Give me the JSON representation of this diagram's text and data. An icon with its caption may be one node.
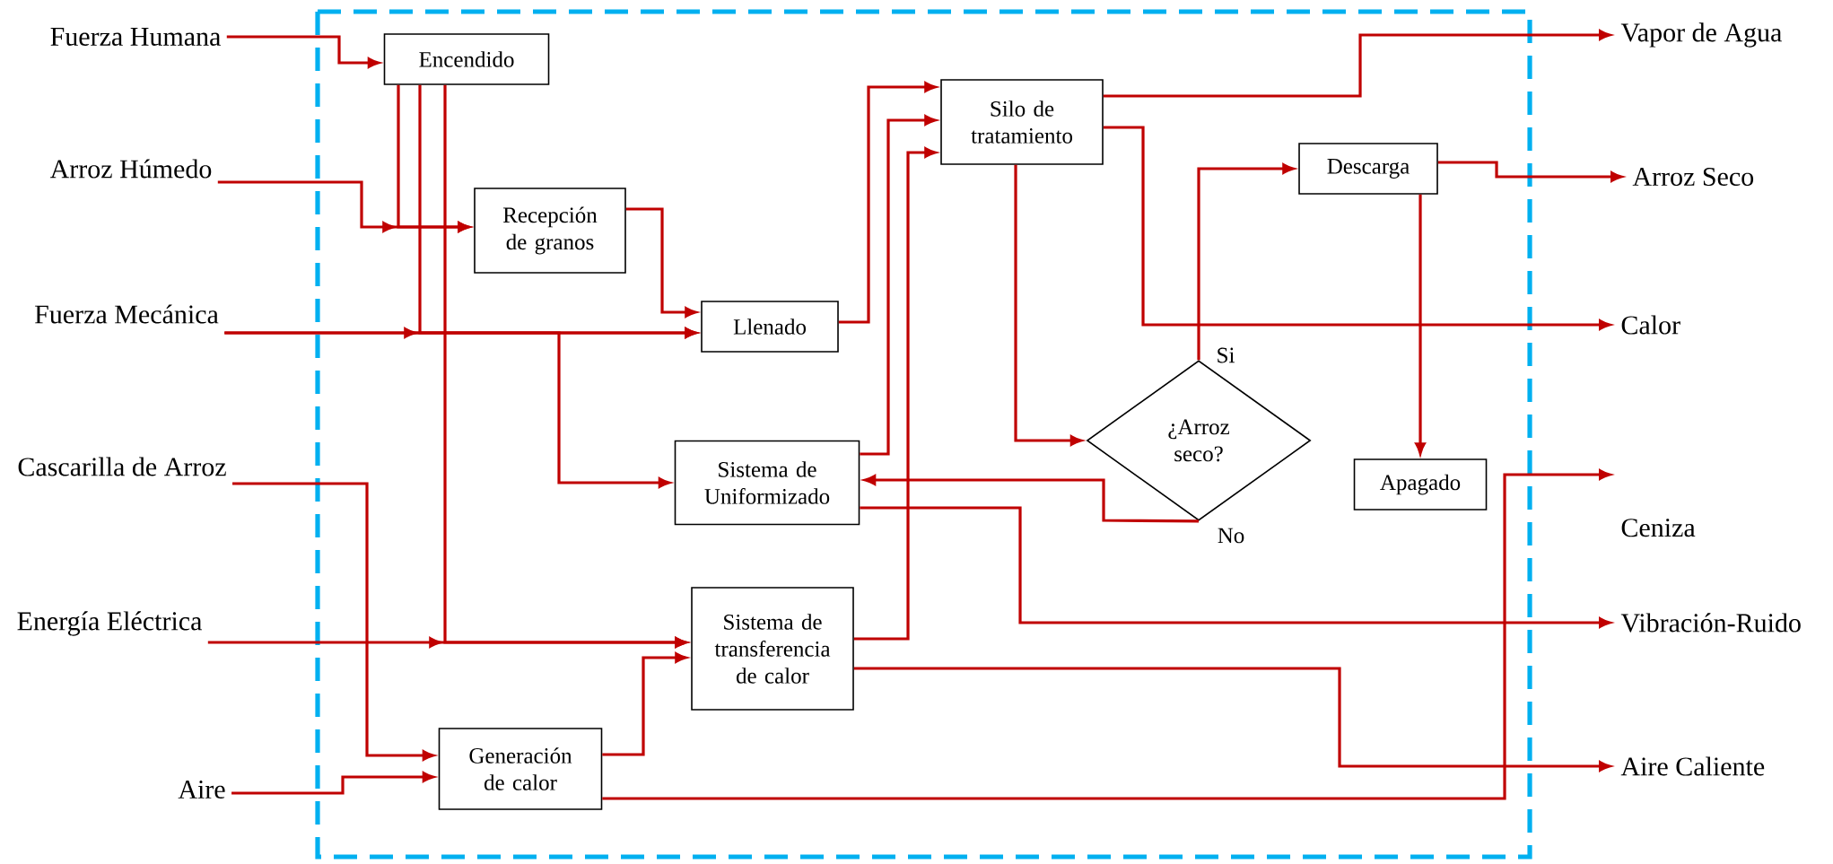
{
  "diagram": {
    "nodes": [
      {
        "text": [
          "Fuerza Humana"
        ]
      },
      {
        "text": [
          "Arroz Húmedo"
        ]
      },
      {
        "text": [
          "Fuerza Mecánica"
        ]
      },
      {
        "text": [
          "Cascarilla de Arroz"
        ]
      },
      {
        "text": [
          "Energía Eléctrica"
        ]
      },
      {
        "text": [
          "Aire"
        ]
      },
      {
        "text": [
          "Encendido"
        ]
      },
      {
        "text": [
          "Recepción de granos"
        ]
      },
      {
        "text": [
          "Llenado"
        ]
      },
      {
        "text": [
          "Silo de tratamiento"
        ]
      },
      {
        "text": [
          "Descarga"
        ]
      },
      {
        "text": [
          "Sistema de Uniformizado"
        ]
      },
      {
        "text": [
          "¿Arroz seco?"
        ]
      },
      {
        "text": [
          "Apagado"
        ]
      },
      {
        "text": [
          "Sistema de transferencia de calor"
        ]
      },
      {
        "text": [
          "Generación de calor"
        ]
      },
      {
        "text": [
          "Vapor de Agua"
        ]
      },
      {
        "text": [
          "Arroz Seco"
        ]
      },
      {
        "text": [
          "Calor"
        ]
      },
      {
        "text": [
          "Ceniza"
        ]
      },
      {
        "text": [
          "Vibración-Ruido"
        ]
      },
      {
        "text": [
          "Aire Caliente"
        ]
      }
    ],
    "edges": [
      {
        "from": 0,
        "to": 6,
        "arrow": "to"
      },
      {
        "from": 1,
        "to": 7,
        "arrow": "to"
      },
      {
        "from": 6,
        "to": 7,
        "arrow": "to"
      },
      {
        "from": 6,
        "to": 8,
        "arrow": "to"
      },
      {
        "from": 6,
        "to": 14,
        "arrow": "to"
      },
      {
        "from": 2,
        "to": 8,
        "arrow": "to"
      },
      {
        "from": 2,
        "to": 11,
        "arrow": "to"
      },
      {
        "from": 7,
        "to": 8,
        "arrow": "to"
      },
      {
        "from": 8,
        "to": 9,
        "arrow": "to"
      },
      {
        "from": 11,
        "to": 9,
        "arrow": "to"
      },
      {
        "from": 14,
        "to": 9,
        "arrow": "to"
      },
      {
        "from": 9,
        "to": 16,
        "arrow": "to"
      },
      {
        "from": 9,
        "to": 18,
        "arrow": "to"
      },
      {
        "from": 9,
        "to": 12,
        "arrow": "to"
      },
      {
        "from": 12,
        "to": 10,
        "arrow": "to",
        "label": "Si"
      },
      {
        "from": 12,
        "to": 11,
        "arrow": "to",
        "label": "No"
      },
      {
        "from": 10,
        "to": 17,
        "arrow": "to"
      },
      {
        "from": 10,
        "to": 13,
        "arrow": "to"
      },
      {
        "from": 11,
        "to": 20,
        "arrow": "to"
      },
      {
        "from": 3,
        "to": 15,
        "arrow": "to"
      },
      {
        "from": 5,
        "to": 15,
        "arrow": "to"
      },
      {
        "from": 15,
        "to": 14,
        "arrow": "to"
      },
      {
        "from": 15,
        "to": 19,
        "arrow": "to"
      },
      {
        "from": 4,
        "to": 14,
        "arrow": "to"
      },
      {
        "from": 14,
        "to": 21,
        "arrow": "to"
      }
    ]
  }
}
